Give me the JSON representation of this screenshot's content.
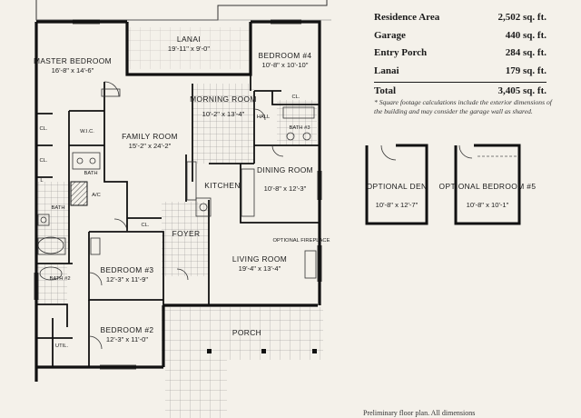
{
  "areas": [
    {
      "label": "Residence Area",
      "value": "2,502 sq. ft."
    },
    {
      "label": "Garage",
      "value": "440 sq. ft."
    },
    {
      "label": "Entry Porch",
      "value": "284 sq. ft."
    },
    {
      "label": "Lanai",
      "value": "179 sq. ft."
    }
  ],
  "total": {
    "label": "Total",
    "value": "3,405 sq. ft."
  },
  "note": "* Square footage calculations include the exterior dimensions of the building and may consider the garage wall as shared.",
  "footer": "Preliminary floor plan. All dimensions",
  "rooms": {
    "lanai": {
      "name": "LANAI",
      "dims": "19'-11\" x 9'-0\""
    },
    "master": {
      "name": "MASTER BEDROOM",
      "dims": "16'-8\" x 14'-6\""
    },
    "bed4": {
      "name": "BEDROOM #4",
      "dims": "10'-8\" x 10'-10\""
    },
    "morning": {
      "name": "MORNING ROOM",
      "dims": "10'-2\" x 13'-4\""
    },
    "family": {
      "name": "FAMILY ROOM",
      "dims": "15'-2\" x 24'-2\""
    },
    "dining": {
      "name": "DINING ROOM",
      "dims": "10'-8\" x 12'-3\""
    },
    "living": {
      "name": "LIVING ROOM",
      "dims": "19'-4\" x 13'-4\""
    },
    "bed3": {
      "name": "BEDROOM #3",
      "dims": "12'-3\" x 11'-9\""
    },
    "bed2": {
      "name": "BEDROOM #2",
      "dims": "12'-3\" x 11'-0\""
    },
    "den": {
      "name": "OPTIONAL DEN",
      "dims": "10'-8\" x 12'-7\""
    },
    "bed5": {
      "name": "OPTIONAL BEDROOM #5",
      "dims": "10'-8\" x 10'-1\""
    }
  },
  "small_labels": {
    "kitchen": "KITCHEN",
    "foyer": "FOYER",
    "porch": "PORCH",
    "wic": "W.I.C.",
    "hall": "HALL",
    "bath3": "BATH #3",
    "bath": "BATH",
    "bath_master": "BATH",
    "bath2": "BATH #2",
    "ac": "A/C",
    "util": "UTIL.",
    "cl": "CL.",
    "l": "L",
    "fireplace": "OPTIONAL FIREPLACE"
  }
}
